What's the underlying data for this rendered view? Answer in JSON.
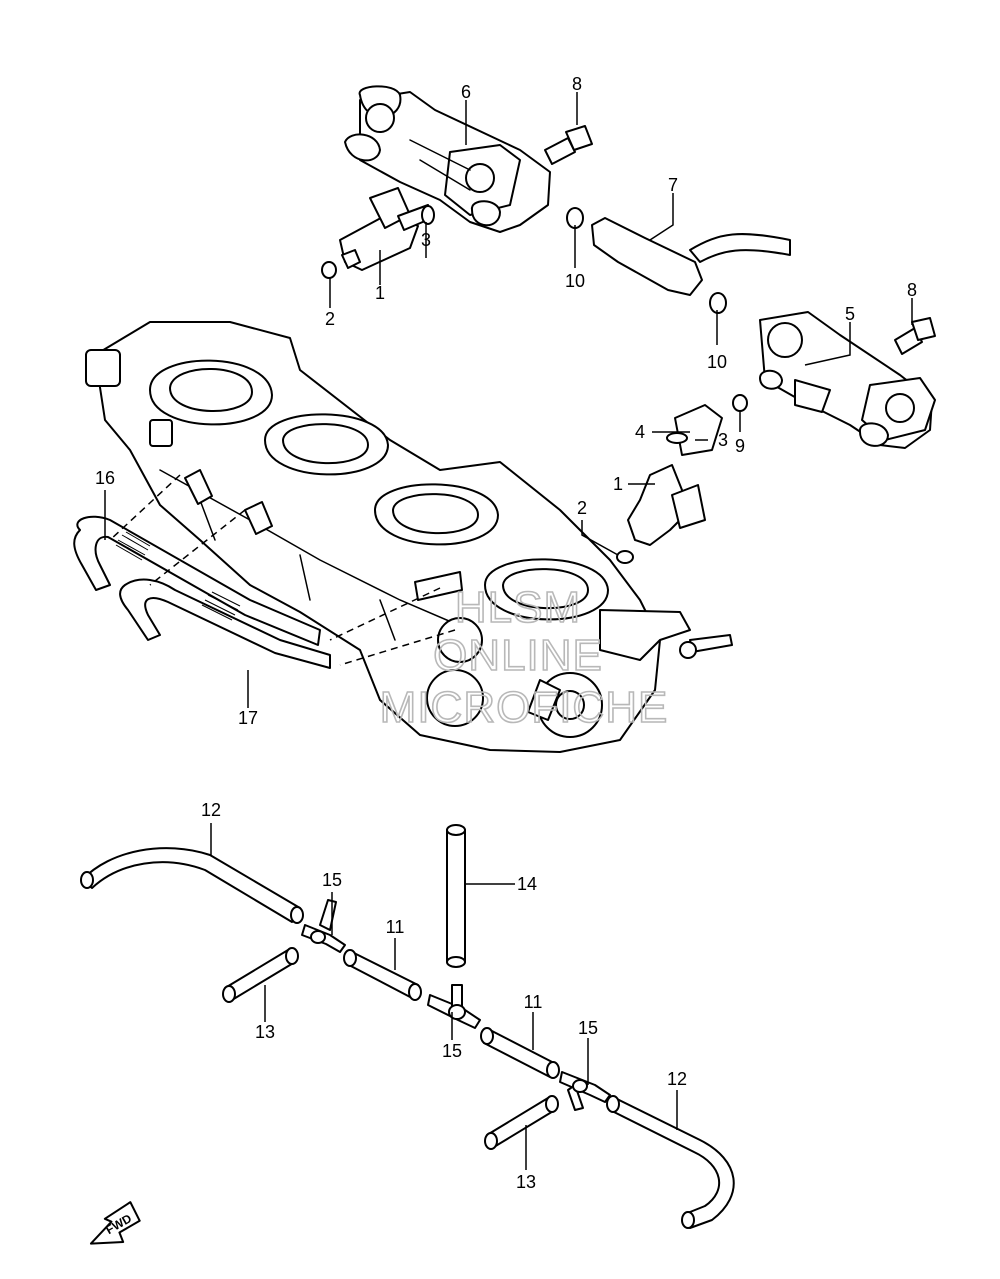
{
  "callouts": {
    "c1a": "1",
    "c1b": "1",
    "c2a": "2",
    "c2b": "2",
    "c3a": "3",
    "c3b": "3",
    "c4": "4",
    "c5": "5",
    "c6": "6",
    "c7": "7",
    "c8a": "8",
    "c8b": "8",
    "c9": "9",
    "c10a": "10",
    "c10b": "10",
    "c11a": "11",
    "c11b": "11",
    "c12a": "12",
    "c12b": "12",
    "c13a": "13",
    "c13b": "13",
    "c14": "14",
    "c15a": "15",
    "c15b": "15",
    "c15c": "15",
    "c16": "16",
    "c17": "17"
  },
  "watermark": {
    "line1": "HLSM",
    "line2": "ONLINE",
    "line3": "MICROFICHE"
  },
  "fwd_label": "FWD"
}
